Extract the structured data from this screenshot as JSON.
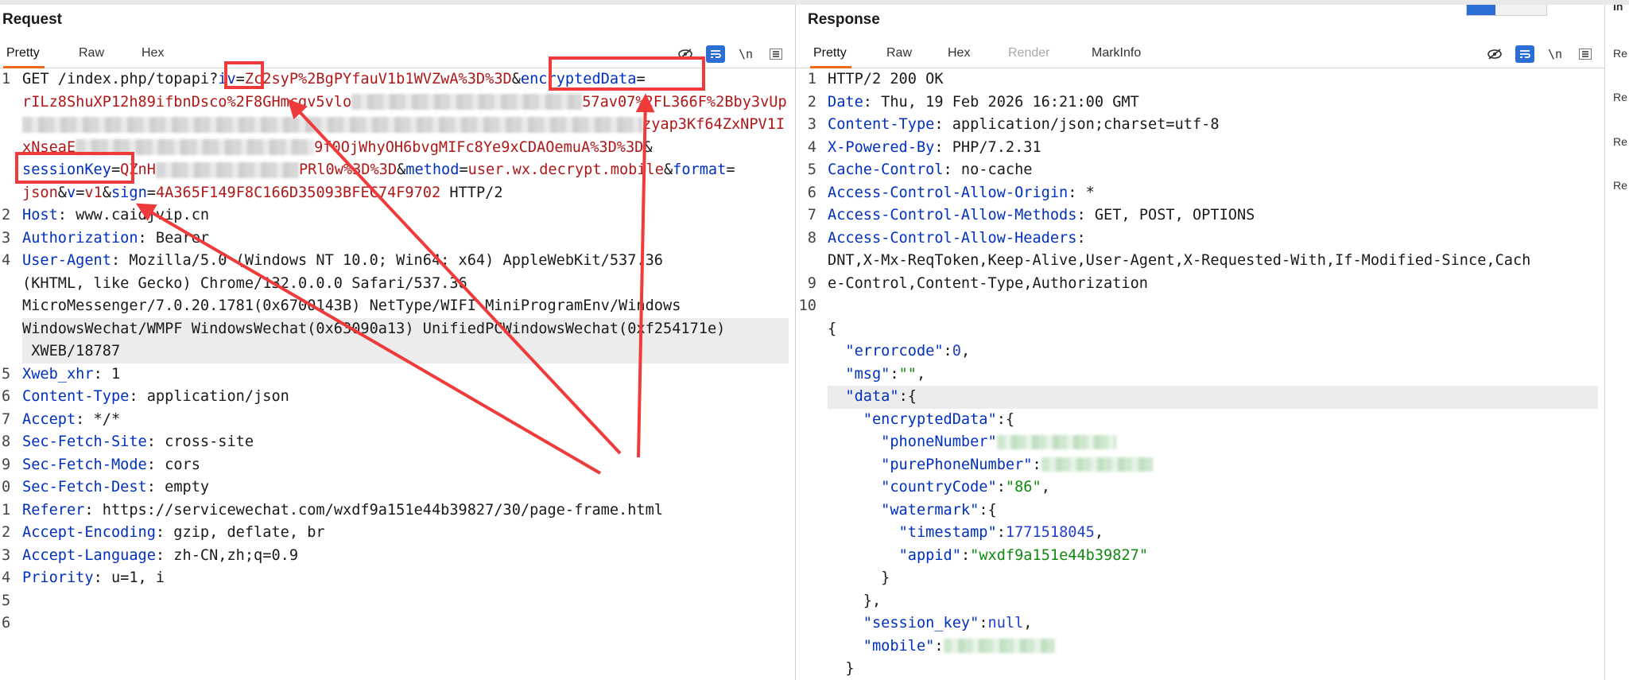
{
  "request": {
    "title": "Request",
    "tabs": [
      "Pretty",
      "Raw",
      "Hex"
    ],
    "line_numbers": [
      "1",
      "",
      "",
      "",
      "",
      "",
      "2",
      "3",
      "4",
      "",
      "",
      "",
      "",
      "5",
      "6",
      "7",
      "8",
      "9",
      "0",
      "1",
      "2",
      "3",
      "4",
      "5",
      "6"
    ],
    "lines": {
      "l1": {
        "method": "GET /index.php/topapi?",
        "iv_key": "iv",
        "iv_val": "Zc2syP%2BgPYfauV1b1WVZwA%3D%3D",
        "amp": "&",
        "enc_key": "encryptedData",
        "eq": "="
      },
      "l2": {
        "val_a": "rILz8ShuXP12h89ifbnDsco%2F8GHmcgv5vlo",
        "val_b": "57av07%2FL366F%2Bby3vUp"
      },
      "l3": {
        "val_b": "zyap3Kf64ZxNPV1I"
      },
      "l4": {
        "val_a": "xNseaE",
        "val_b": "9f0OjWhyOH6bvgMIFc8Ye9xCDAOemuA%3D%3D",
        "amp": "&"
      },
      "l5": {
        "sk_key": "sessionKey",
        "sk_val_a": "QZnH",
        "sk_val_b": "PRl0w%3D%3D",
        "amp1": "&",
        "method_key": "method",
        "method_val": "user.wx.decrypt.mobile",
        "amp2": "&",
        "format_key": "format",
        "eq": "="
      },
      "l6": {
        "format_val": "json",
        "amp1": "&",
        "v_key": "v",
        "v_val": "v1",
        "amp2": "&",
        "sign_key": "sign",
        "sign_val": "4A365F149F8C166D35093BFEC74F9702",
        "proto": " HTTP/2"
      },
      "host": {
        "k": "Host",
        "v": ": www.caidjvip.cn"
      },
      "auth": {
        "k": "Authorization",
        "v": ": Bearer"
      },
      "ua1": {
        "k": "User-Agent",
        "v": ": Mozilla/5.0 (Windows NT 10.0; Win64; x64) AppleWebKit/537.36"
      },
      "ua2": "(KHTML, like Gecko) Chrome/132.0.0.0 Safari/537.36",
      "ua3": "MicroMessenger/7.0.20.1781(0x6700143B) NetType/WIFI MiniProgramEnv/Windows",
      "ua4": "WindowsWechat/WMPF WindowsWechat(0x63090a13) UnifiedPCWindowsWechat(0xf254171e)",
      "ua5": " XWEB/18787",
      "xweb": {
        "k": "Xweb_xhr",
        "v": ": 1"
      },
      "ctype": {
        "k": "Content-Type",
        "v": ": application/json"
      },
      "accept": {
        "k": "Accept",
        "v": ": */*"
      },
      "sfsite": {
        "k": "Sec-Fetch-Site",
        "v": ": cross-site"
      },
      "sfmode": {
        "k": "Sec-Fetch-Mode",
        "v": ": cors"
      },
      "sfdest": {
        "k": "Sec-Fetch-Dest",
        "v": ": empty"
      },
      "referer": {
        "k": "Referer",
        "v": ": https://servicewechat.com/wxdf9a151e44b39827/30/page-frame.html"
      },
      "aenc": {
        "k": "Accept-Encoding",
        "v": ": gzip, deflate, br"
      },
      "alang": {
        "k": "Accept-Language",
        "v": ": zh-CN,zh;q=0.9"
      },
      "prio": {
        "k": "Priority",
        "v": ": u=1, i"
      }
    }
  },
  "response": {
    "title": "Response",
    "tabs": [
      "Pretty",
      "Raw",
      "Hex",
      "Render",
      "MarkInfo"
    ],
    "line_numbers": [
      "1",
      "2",
      "3",
      "4",
      "5",
      "6",
      "7",
      "8",
      "",
      "9",
      "10",
      "",
      "",
      "",
      "",
      "",
      "",
      "",
      "",
      "",
      "",
      "",
      "",
      "",
      "",
      ""
    ],
    "status": "HTTP/2 200 OK",
    "headers": [
      {
        "k": "Date",
        "v": ": Thu, 19 Feb 2026 16:21:00 GMT"
      },
      {
        "k": "Content-Type",
        "v": ": application/json;charset=utf-8"
      },
      {
        "k": "X-Powered-By",
        "v": ": PHP/7.2.31"
      },
      {
        "k": "Cache-Control",
        "v": ": no-cache"
      },
      {
        "k": "Access-Control-Allow-Origin",
        "v": ": *"
      },
      {
        "k": "Access-Control-Allow-Methods",
        "v": ": GET, POST, OPTIONS"
      },
      {
        "k": "Access-Control-Allow-Headers",
        "v": ":"
      }
    ],
    "allow_headers_1": "DNT,X-Mx-ReqToken,Keep-Alive,User-Agent,X-Requested-With,If-Modified-Since,Cach",
    "allow_headers_2": "e-Control,Content-Type,Authorization",
    "json": {
      "open": "{",
      "errorcode_key": "\"errorcode\"",
      "errorcode_val": "0",
      "msg_key": "\"msg\"",
      "msg_val": "\"\"",
      "data_key": "\"data\"",
      "enc_key": "\"encryptedData\"",
      "phone_key": "\"phoneNumber\"",
      "pure_key": "\"purePhoneNumber\"",
      "cc_key": "\"countryCode\"",
      "cc_val": "\"86\"",
      "wm_key": "\"watermark\"",
      "ts_key": "\"timestamp\"",
      "ts_val": "1771518045",
      "appid_key": "\"appid\"",
      "appid_val": "\"wxdf9a151e44b39827\"",
      "close_brace": "}",
      "close_brace_comma": "},",
      "sk_key": "\"session_key\"",
      "sk_val": "null",
      "mobile_key": "\"mobile\""
    }
  },
  "side": {
    "labels": [
      "In",
      "Re",
      "Re",
      "Re",
      "Re"
    ]
  },
  "colors": {
    "accent": "#f06a1e",
    "annotation": "#ef3b3b",
    "key": "#0030c0",
    "value": "#b01818",
    "string": "#0f8a0f",
    "number": "#1f3fd0"
  }
}
